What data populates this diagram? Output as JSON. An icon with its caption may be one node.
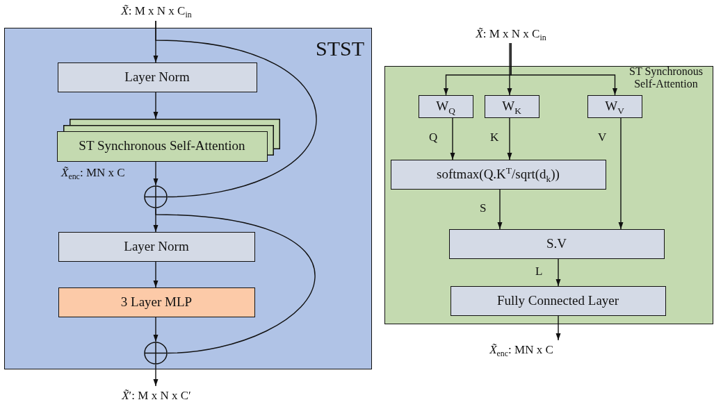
{
  "diagram": {
    "nodes": [
      {
        "text": [
          "STST"
        ]
      },
      {
        "text": [
          "Layer Norm"
        ],
        "in": 0
      },
      {
        "text": [
          "ST Synchronous Self-Attention"
        ],
        "in": 0
      },
      {
        "text": [],
        "shape": "circle",
        "in": 0
      },
      {
        "text": [
          "Layer Norm"
        ],
        "in": 0
      },
      {
        "text": [
          "3 Layer MLP"
        ],
        "in": 0
      },
      {
        "text": [],
        "shape": "circle",
        "in": 0
      },
      {
        "text": [
          "*X̃*: M x N x C$_{in}$"
        ]
      },
      {
        "text": [
          "*X̃*′: M x N x C′"
        ]
      },
      {
        "text": [
          "ST Synchronous Self-Attention"
        ]
      },
      {
        "text": [
          "*X̃*: M x N x C$_{in}$"
        ]
      },
      {
        "text": [
          "W$_{Q}$"
        ],
        "in": 9
      },
      {
        "text": [
          "W$_{K}$"
        ],
        "in": 9
      },
      {
        "text": [
          "W$_{V}$"
        ],
        "in": 9
      },
      {
        "text": [
          "softmax(Q.K$^{T}$/sqrt(d$_{k}$))"
        ],
        "in": 9
      },
      {
        "text": [
          "S.V"
        ],
        "in": 9
      },
      {
        "text": [
          "Fully Connected Layer"
        ],
        "in": 9
      },
      {
        "text": [
          "*X̃*$_{enc}$: MN x C"
        ]
      }
    ],
    "edges": [
      {
        "from": 7,
        "to": 1,
        "arrow": "to"
      },
      {
        "from": 7,
        "to": 3,
        "arrow": "none"
      },
      {
        "from": 1,
        "to": 2,
        "arrow": "to"
      },
      {
        "from": 2,
        "to": 3,
        "arrow": "to",
        "label": "*X̃*$_{enc}$: MN x C"
      },
      {
        "from": 3,
        "to": 4,
        "arrow": "to"
      },
      {
        "from": 3,
        "to": 6,
        "arrow": "none"
      },
      {
        "from": 4,
        "to": 5,
        "arrow": "to"
      },
      {
        "from": 5,
        "to": 6,
        "arrow": "to"
      },
      {
        "from": 6,
        "to": 8,
        "arrow": "to"
      },
      {
        "from": 10,
        "to": 11,
        "arrow": "to"
      },
      {
        "from": 10,
        "to": 12,
        "arrow": "to"
      },
      {
        "from": 10,
        "to": 13,
        "arrow": "to"
      },
      {
        "from": 11,
        "to": 14,
        "arrow": "to",
        "label": "Q"
      },
      {
        "from": 12,
        "to": 14,
        "arrow": "to",
        "label": "K"
      },
      {
        "from": 13,
        "to": 15,
        "arrow": "to",
        "label": "V"
      },
      {
        "from": 14,
        "to": 15,
        "arrow": "to",
        "label": "S"
      },
      {
        "from": 15,
        "to": 16,
        "arrow": "to",
        "label": "L"
      },
      {
        "from": 16,
        "to": 17,
        "arrow": "to"
      }
    ]
  }
}
